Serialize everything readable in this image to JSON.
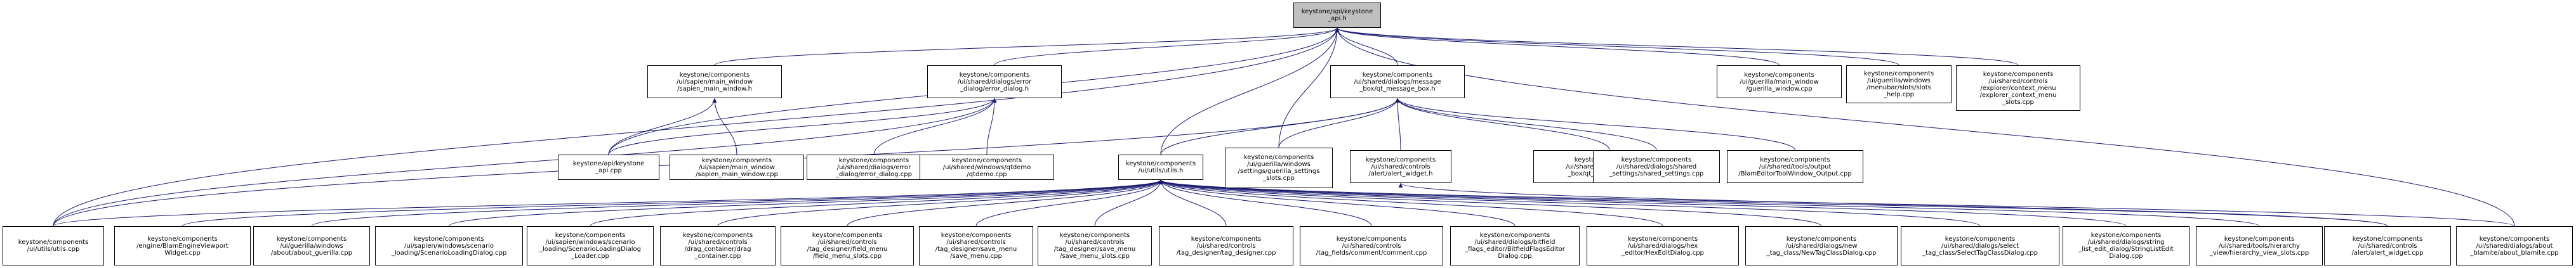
{
  "nodes": [
    {
      "id": "root",
      "lines": [
        "keystone/api/keystone",
        "_api.h"
      ],
      "root": true
    },
    {
      "id": "sapien_main_window_h",
      "lines": [
        "keystone/components",
        "/ui/sapien/main_window",
        "/sapien_main_window.h"
      ]
    },
    {
      "id": "error_dialog_h",
      "lines": [
        "keystone/components",
        "/ui/shared/dialogs/error",
        "_dialog/error_dialog.h"
      ]
    },
    {
      "id": "message_box_h",
      "lines": [
        "keystone/components",
        "/ui/shared/dialogs/message",
        "_box/qt_message_box.h"
      ]
    },
    {
      "id": "guerilla_main_window_cpp",
      "lines": [
        "keystone/components",
        "/ui/guerilla/main_window",
        "/guerilla_window.cpp"
      ]
    },
    {
      "id": "guerilla_menubar_slots_help_cpp",
      "lines": [
        "keystone/components",
        "/ui/guerilla/windows",
        "/menubar/slots/slots",
        "_help.cpp"
      ]
    },
    {
      "id": "explorer_context_menu_cpp",
      "lines": [
        "keystone/components",
        "/ui/shared/controls",
        "/explorer/context_menu",
        "/explorer_context_menu",
        "_slots.cpp"
      ]
    },
    {
      "id": "keystone_api_cpp",
      "lines": [
        "keystone/api/keystone",
        "_api.cpp"
      ]
    },
    {
      "id": "sapien_main_window_cpp",
      "lines": [
        "keystone/components",
        "/ui/sapien/main_window",
        "/sapien_main_window.cpp"
      ]
    },
    {
      "id": "error_dialog_cpp",
      "lines": [
        "keystone/components",
        "/ui/shared/dialogs/error",
        "_dialog/error_dialog.cpp"
      ]
    },
    {
      "id": "qtdemo_cpp",
      "lines": [
        "keystone/components",
        "/ui/shared/windows/qtdemo",
        "/qtdemo.cpp"
      ]
    },
    {
      "id": "utils_h",
      "lines": [
        "keystone/components",
        "/ui/utils/utils.h"
      ]
    },
    {
      "id": "guerilla_settings_slots_cpp",
      "lines": [
        "keystone/components",
        "/ui/guerilla/windows",
        "/settings/guerilla_settings",
        "_slots.cpp"
      ]
    },
    {
      "id": "alert_widget_h",
      "lines": [
        "keystone/components",
        "/ui/shared/controls",
        "/alert/alert_widget.h"
      ]
    },
    {
      "id": "message_box_cpp",
      "lines": [
        "keystone/components",
        "/ui/shared/dialogs/message",
        "_box/qt_message_box.cpp"
      ]
    },
    {
      "id": "shared_settings_cpp",
      "lines": [
        "keystone/components",
        "/ui/shared/dialogs/shared",
        "_settings/shared_settings.cpp"
      ]
    },
    {
      "id": "blam_editor_tool_output_cpp",
      "lines": [
        "keystone/components",
        "/ui/shared/tools/output",
        "/BlamEditorToolWindow_Output.cpp"
      ]
    },
    {
      "id": "utils_cpp",
      "lines": [
        "keystone/components",
        "/ui/utils/utils.cpp"
      ]
    },
    {
      "id": "blam_engine_viewport_cpp",
      "lines": [
        "keystone/components",
        "/engine/BlamEngineViewport",
        "Widget.cpp"
      ]
    },
    {
      "id": "about_guerilla_cpp",
      "lines": [
        "keystone/components",
        "/ui/guerilla/windows",
        "/about/about_guerilla.cpp"
      ]
    },
    {
      "id": "scenario_loading_dialog_cpp",
      "lines": [
        "keystone/components",
        "/ui/sapien/windows/scenario",
        "_loading/ScenarioLoadingDialog.cpp"
      ]
    },
    {
      "id": "scenario_loading_dialog_loader_cpp",
      "lines": [
        "keystone/components",
        "/ui/sapien/windows/scenario",
        "_loading/ScenarioLoadingDialog",
        "_Loader.cpp"
      ]
    },
    {
      "id": "drag_container_cpp",
      "lines": [
        "keystone/components",
        "/ui/shared/controls",
        "/drag_container/drag",
        "_container.cpp"
      ]
    },
    {
      "id": "field_menu_slots_cpp",
      "lines": [
        "keystone/components",
        "/ui/shared/controls",
        "/tag_designer/field_menu",
        "/field_menu_slots.cpp"
      ]
    },
    {
      "id": "save_menu_cpp",
      "lines": [
        "keystone/components",
        "/ui/shared/controls",
        "/tag_designer/save_menu",
        "/save_menu.cpp"
      ]
    },
    {
      "id": "save_menu_slots_cpp",
      "lines": [
        "keystone/components",
        "/ui/shared/controls",
        "/tag_designer/save_menu",
        "/save_menu_slots.cpp"
      ]
    },
    {
      "id": "tag_designer_cpp",
      "lines": [
        "keystone/components",
        "/ui/shared/controls",
        "/tag_designer/tag_designer.cpp"
      ]
    },
    {
      "id": "comment_cpp",
      "lines": [
        "keystone/components",
        "/ui/shared/controls",
        "/tag_fields/comment/comment.cpp"
      ]
    },
    {
      "id": "bitfield_flags_editor_cpp",
      "lines": [
        "keystone/components",
        "/ui/shared/dialogs/bitfield",
        "_flags_editor/BitfieldFlagsEditor",
        "Dialog.cpp"
      ]
    },
    {
      "id": "hex_editor_dialog_cpp",
      "lines": [
        "keystone/components",
        "/ui/shared/dialogs/hex",
        "_editor/HexEditDialog.cpp"
      ]
    },
    {
      "id": "new_tag_class_dialog_cpp",
      "lines": [
        "keystone/components",
        "/ui/shared/dialogs/new",
        "_tag_class/NewTagClassDialog.cpp"
      ]
    },
    {
      "id": "select_tag_class_dialog_cpp",
      "lines": [
        "keystone/components",
        "/ui/shared/dialogs/select",
        "_tag_class/SelectTagClassDialog.cpp"
      ]
    },
    {
      "id": "string_list_edit_dialog_cpp",
      "lines": [
        "keystone/components",
        "/ui/shared/dialogs/string",
        "_list_edit_dialog/StringListEdit",
        "Dialog.cpp"
      ]
    },
    {
      "id": "hierarchy_view_slots_cpp",
      "lines": [
        "keystone/components",
        "/ui/shared/tools/hierarchy",
        "_view/hierarchy_view_slots.cpp"
      ]
    },
    {
      "id": "alert_widget_cpp",
      "lines": [
        "keystone/components",
        "/ui/shared/controls",
        "/alert/alert_widget.cpp"
      ]
    },
    {
      "id": "blamite_about_cpp",
      "lines": [
        "keystone/components",
        "/ui/shared/dialogs/about",
        "_blamite/about_blamite.cpp"
      ]
    }
  ],
  "edges": [
    [
      "sapien_main_window_h",
      "root"
    ],
    [
      "error_dialog_h",
      "root"
    ],
    [
      "message_box_h",
      "root"
    ],
    [
      "guerilla_main_window_cpp",
      "root"
    ],
    [
      "guerilla_menubar_slots_help_cpp",
      "root"
    ],
    [
      "explorer_context_menu_cpp",
      "root"
    ],
    [
      "keystone_api_cpp",
      "root"
    ],
    [
      "utils_h",
      "root"
    ],
    [
      "guerilla_settings_slots_cpp",
      "root"
    ],
    [
      "utils_cpp",
      "root"
    ],
    [
      "blamite_about_cpp",
      "root"
    ],
    [
      "keystone_api_cpp",
      "sapien_main_window_h"
    ],
    [
      "sapien_main_window_cpp",
      "sapien_main_window_h"
    ],
    [
      "keystone_api_cpp",
      "error_dialog_h"
    ],
    [
      "error_dialog_cpp",
      "error_dialog_h"
    ],
    [
      "qtdemo_cpp",
      "error_dialog_h"
    ],
    [
      "utils_cpp",
      "error_dialog_h"
    ],
    [
      "utils_h",
      "message_box_h"
    ],
    [
      "guerilla_settings_slots_cpp",
      "message_box_h"
    ],
    [
      "alert_widget_h",
      "message_box_h"
    ],
    [
      "message_box_cpp",
      "message_box_h"
    ],
    [
      "shared_settings_cpp",
      "message_box_h"
    ],
    [
      "blam_editor_tool_output_cpp",
      "message_box_h"
    ],
    [
      "utils_cpp",
      "message_box_h"
    ],
    [
      "utils_cpp",
      "utils_h"
    ],
    [
      "blam_engine_viewport_cpp",
      "utils_h"
    ],
    [
      "about_guerilla_cpp",
      "utils_h"
    ],
    [
      "scenario_loading_dialog_cpp",
      "utils_h"
    ],
    [
      "scenario_loading_dialog_loader_cpp",
      "utils_h"
    ],
    [
      "drag_container_cpp",
      "utils_h"
    ],
    [
      "field_menu_slots_cpp",
      "utils_h"
    ],
    [
      "save_menu_cpp",
      "utils_h"
    ],
    [
      "save_menu_slots_cpp",
      "utils_h"
    ],
    [
      "tag_designer_cpp",
      "utils_h"
    ],
    [
      "comment_cpp",
      "utils_h"
    ],
    [
      "bitfield_flags_editor_cpp",
      "utils_h"
    ],
    [
      "hex_editor_dialog_cpp",
      "utils_h"
    ],
    [
      "new_tag_class_dialog_cpp",
      "utils_h"
    ],
    [
      "select_tag_class_dialog_cpp",
      "utils_h"
    ],
    [
      "string_list_edit_dialog_cpp",
      "utils_h"
    ],
    [
      "hierarchy_view_slots_cpp",
      "utils_h"
    ],
    [
      "alert_widget_cpp",
      "utils_h"
    ],
    [
      "blamite_about_cpp",
      "utils_h"
    ],
    [
      "alert_widget_cpp",
      "alert_widget_h"
    ]
  ],
  "colors": {
    "edge": "#191970",
    "node_border": "#000000",
    "root_fill": "#bfbfbf",
    "node_fill": "#ffffff"
  }
}
